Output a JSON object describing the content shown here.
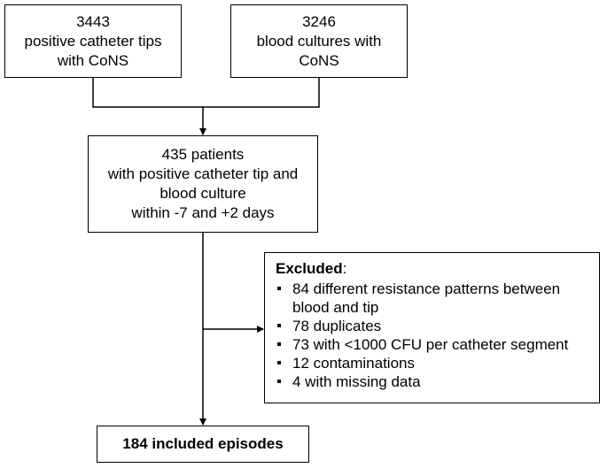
{
  "nodes": {
    "catheter_tips": {
      "lines": [
        "3443",
        "positive catheter tips",
        "with CoNS"
      ]
    },
    "blood_cultures": {
      "lines": [
        "3246",
        "blood cultures with",
        "CoNS"
      ]
    },
    "patients": {
      "lines": [
        "435 patients",
        "with positive catheter tip and",
        "blood culture",
        "within -7 and +2 days"
      ]
    },
    "excluded": {
      "title": "Excluded",
      "title_suffix": ":",
      "items": [
        "84 different resistance patterns between blood and tip",
        "78 duplicates",
        "73 with <1000 CFU per catheter segment",
        "12 contaminations",
        "4 with missing data"
      ]
    },
    "included": {
      "label": "184 included episodes"
    }
  },
  "edges": [
    {
      "from": "catheter_tips",
      "to": "patients"
    },
    {
      "from": "blood_cultures",
      "to": "patients"
    },
    {
      "from": "patients",
      "to": "included"
    },
    {
      "from": "patients",
      "to": "excluded"
    }
  ]
}
